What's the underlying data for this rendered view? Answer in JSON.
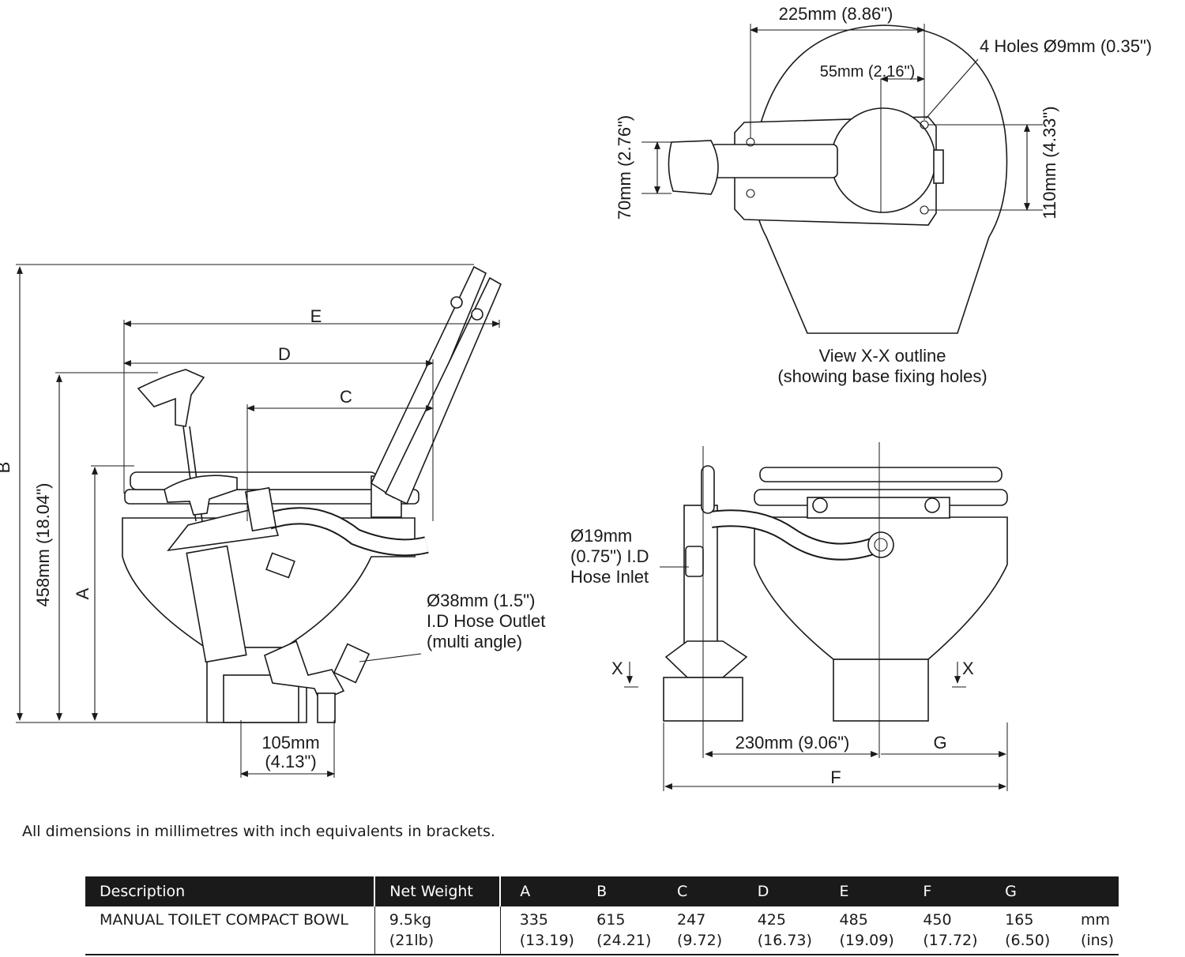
{
  "top_view": {
    "dim_width": "225mm (8.86\")",
    "dim_holes": "4 Holes Ø9mm (0.35\")",
    "dim_offset": "55mm (2.16\")",
    "dim_height_left": "70mm (2.76\")",
    "dim_height_right": "110mm (4.33\")",
    "caption_line1": "View X-X outline",
    "caption_line2": "(showing base fixing holes)"
  },
  "side_view": {
    "label_B": "B",
    "label_E": "E",
    "label_D": "D",
    "label_C": "C",
    "label_A": "A",
    "dim_height": "458mm (18.04\")",
    "outlet_line1": "Ø38mm (1.5\")",
    "outlet_line2": "I.D Hose Outlet",
    "outlet_line3": "(multi angle)",
    "base_dim_line1": "105mm",
    "base_dim_line2": "(4.13\")"
  },
  "front_view": {
    "inlet_line1": "Ø19mm",
    "inlet_line2": "(0.75\") I.D",
    "inlet_line3": "Hose Inlet",
    "section_left": "X",
    "section_right": "X",
    "dim_width": "230mm (9.06\")",
    "label_G": "G",
    "label_F": "F"
  },
  "note": "All dimensions in millimetres with inch equivalents in brackets.",
  "table": {
    "headers": [
      "Description",
      "Net Weight",
      "A",
      "B",
      "C",
      "D",
      "E",
      "F",
      "G",
      ""
    ],
    "row": {
      "description": "MANUAL TOILET COMPACT BOWL",
      "weight_kg": "9.5kg",
      "weight_lb": "(21lb)",
      "mm": [
        "335",
        "615",
        "247",
        "425",
        "485",
        "450",
        "165"
      ],
      "ins": [
        "(13.19)",
        "(24.21)",
        "(9.72)",
        "(16.73)",
        "(19.09)",
        "(17.72)",
        "(6.50)"
      ],
      "unit_mm": "mm",
      "unit_ins": "(ins)"
    }
  }
}
